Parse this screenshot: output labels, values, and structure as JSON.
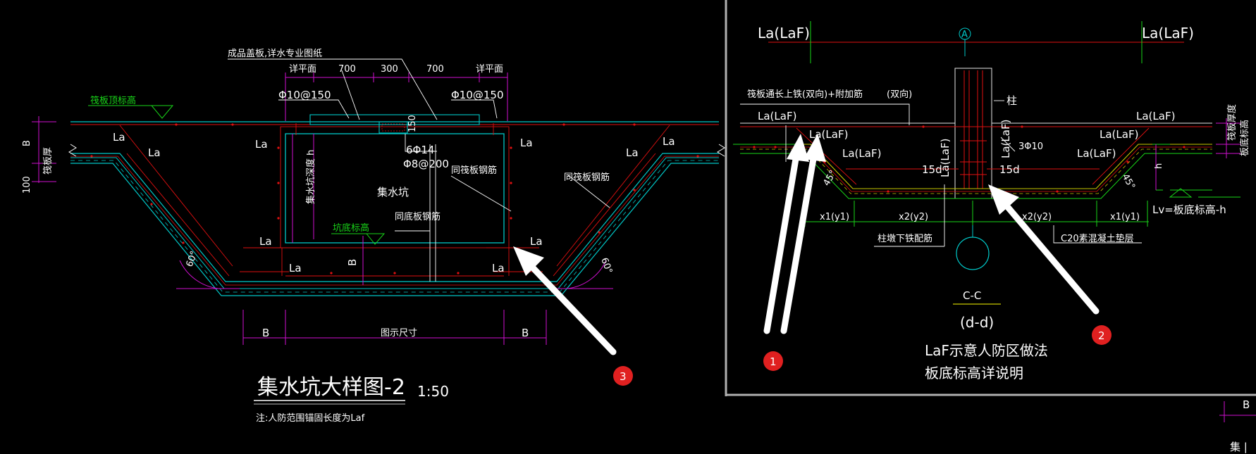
{
  "left_drawing": {
    "cover_note": "成品盖板,详水专业图纸",
    "dim_top": [
      "详平面",
      "700",
      "300",
      "700",
      "详平面"
    ],
    "rebar_left": "Φ10@150",
    "rebar_right": "Φ10@150",
    "raft_top_label": "筏板顶标高",
    "la": "La",
    "phi14": "6Φ14",
    "phi8": "Φ8@200",
    "same_top": "同筏板钢筋",
    "same_top_right": "同筏板钢筋",
    "pit": "集水坑",
    "same_bottom": "同底板钢筋",
    "pit_depth": "集水坑深度 h",
    "bottom_mark": "坑底标高",
    "dim_150": "150",
    "dim_b": "B",
    "dim_100": "100",
    "thick": "筏板厚",
    "angle": "60°",
    "bottom_dims": [
      "B",
      "图示尺寸",
      "B"
    ],
    "title": "集水坑大样图-2",
    "scale": "1:50",
    "note": "注:人防范围锚固长度为Laf"
  },
  "right_drawing": {
    "laf": "La(LaF)",
    "axis_a": "A",
    "top_rebar_note": "筏板通长上铁(双向)+附加筋",
    "two_way": "(双向)",
    "column": "柱",
    "d15": "15d",
    "phi10": "3Φ10",
    "angle45": "45°",
    "h": "h",
    "x1": "x1(y1)",
    "x2": "x2(y2)",
    "col_bottom": "柱墩下铁配筋",
    "cushion": "C20素混凝土垫层",
    "lv": "Lv=板底标高-h",
    "section": "C-C",
    "dd": "(d-d)",
    "desc1": "LaF示意人防区做法",
    "desc2": "板底标高详说明",
    "side1": "筏板厚度",
    "side2": "板底标高",
    "b": "B",
    "partial": "集 |"
  },
  "markers": [
    "1",
    "2",
    "3"
  ],
  "colors": {
    "background": "#000000",
    "frame": "#b0b0b0",
    "cyan": "#00c8c8",
    "red": "#e01010",
    "magenta": "#d010d0",
    "green": "#19d619",
    "yellow": "#c8c800",
    "marker": "#e02020"
  }
}
